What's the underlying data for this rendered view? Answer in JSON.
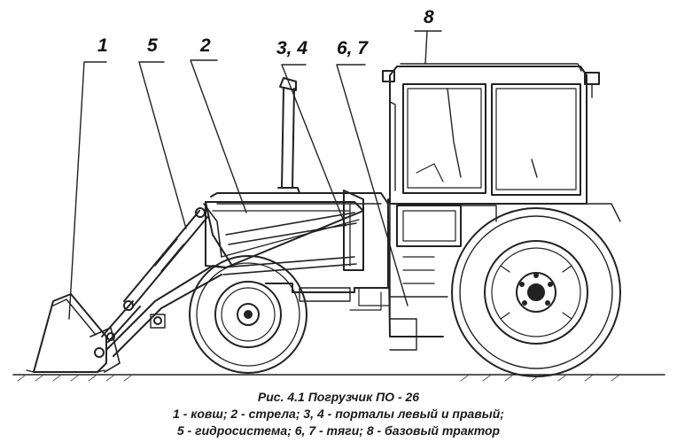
{
  "callouts": {
    "c1": "1",
    "c5": "5",
    "c2": "2",
    "c34": "3, 4",
    "c67": "6, 7",
    "c8": "8"
  },
  "caption": {
    "line1": "Рис. 4.1 Погрузчик ПО - 26",
    "line2": "1 - ковш; 2 - стрела; 3, 4 - порталы левый и правый;",
    "line3": "5 - гидросистема; 6, 7 - тяги; 8 - базовый трактор"
  }
}
